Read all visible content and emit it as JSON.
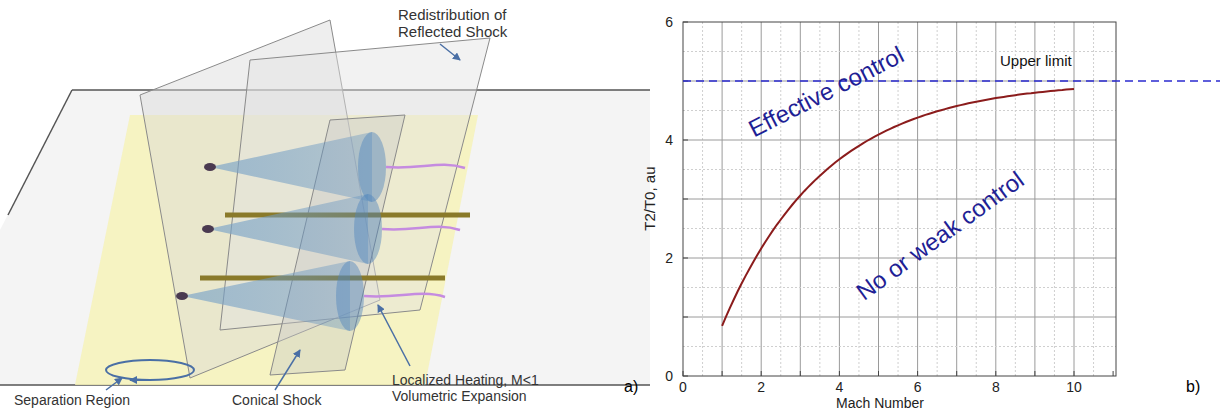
{
  "diagram": {
    "labels": [
      "Redistribution of Reflected Shock",
      "Separation Region",
      "Conical Shock",
      "Localized Heating, M<1 Volumetric Expansion",
      "a)",
      "T2/T0, au",
      "0",
      "2",
      "4",
      "6",
      "0",
      "2",
      "4",
      "6",
      "8",
      "10",
      "Mach Number",
      "Upper limit",
      "Effective control",
      "No or weak control",
      "b)"
    ]
  }
}
